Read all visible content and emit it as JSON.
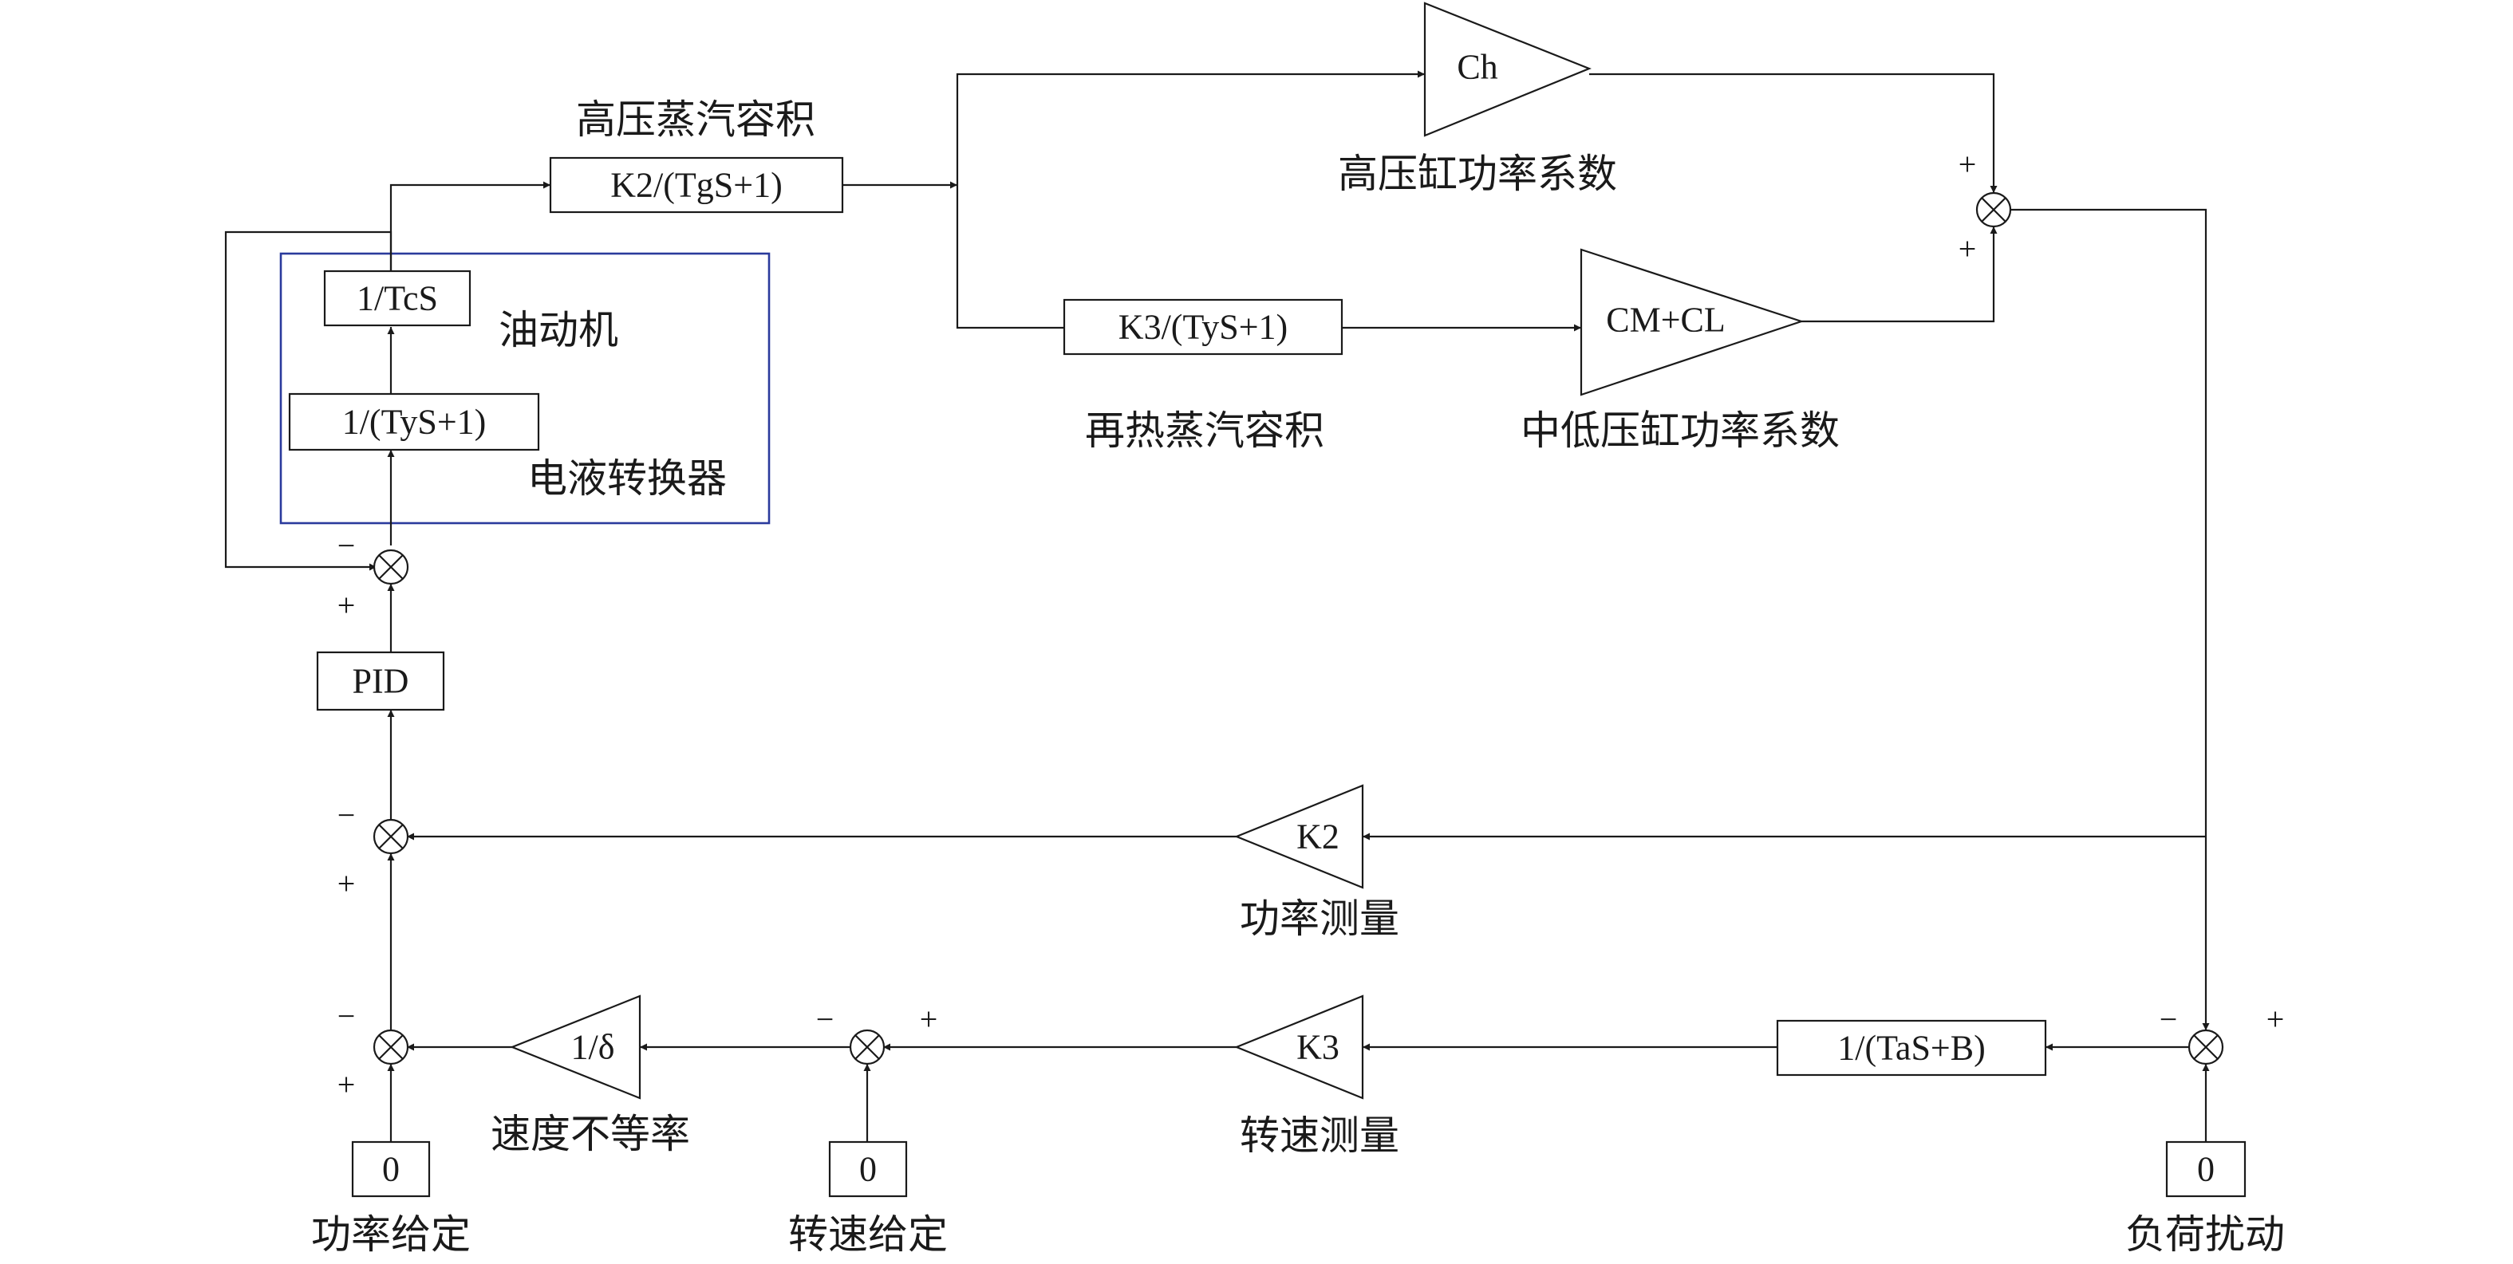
{
  "colors": {
    "line": "#1a1a1a",
    "highlight_box": "#2a3a9c",
    "background": "#ffffff"
  },
  "blocks": {
    "k2_tg": "K2/(TgS+1)",
    "one_over_tc": "1/TcS",
    "one_over_ty": "1/(TyS+1)",
    "k3_ty": "K3/(TyS+1)",
    "pid": "PID",
    "one_over_ta": "1/(TaS+B)",
    "power_setpoint": "0",
    "speed_setpoint": "0",
    "load_disturbance": "0"
  },
  "gains": {
    "ch": "Ch",
    "cm_cl": "CM+CL",
    "k2": "K2",
    "k3": "K3",
    "one_over_delta": "1/δ"
  },
  "captions": {
    "hp_steam_volume": "高压蒸汽容积",
    "hp_cylinder_coef": "高压缸功率系数",
    "reheat_volume": "再热蒸汽容积",
    "mlp_cylinder_coef": "中低压缸功率系数",
    "servomotor": "油动机",
    "ehc_converter": "电液转换器",
    "power_measure": "功率测量",
    "speed_measure": "转速测量",
    "speed_droop": "速度不等率",
    "power_setpoint": "功率给定",
    "speed_setpoint": "转速给定",
    "load_disturbance": "负荷扰动"
  },
  "signs": {
    "plus": "+",
    "minus": "−"
  }
}
